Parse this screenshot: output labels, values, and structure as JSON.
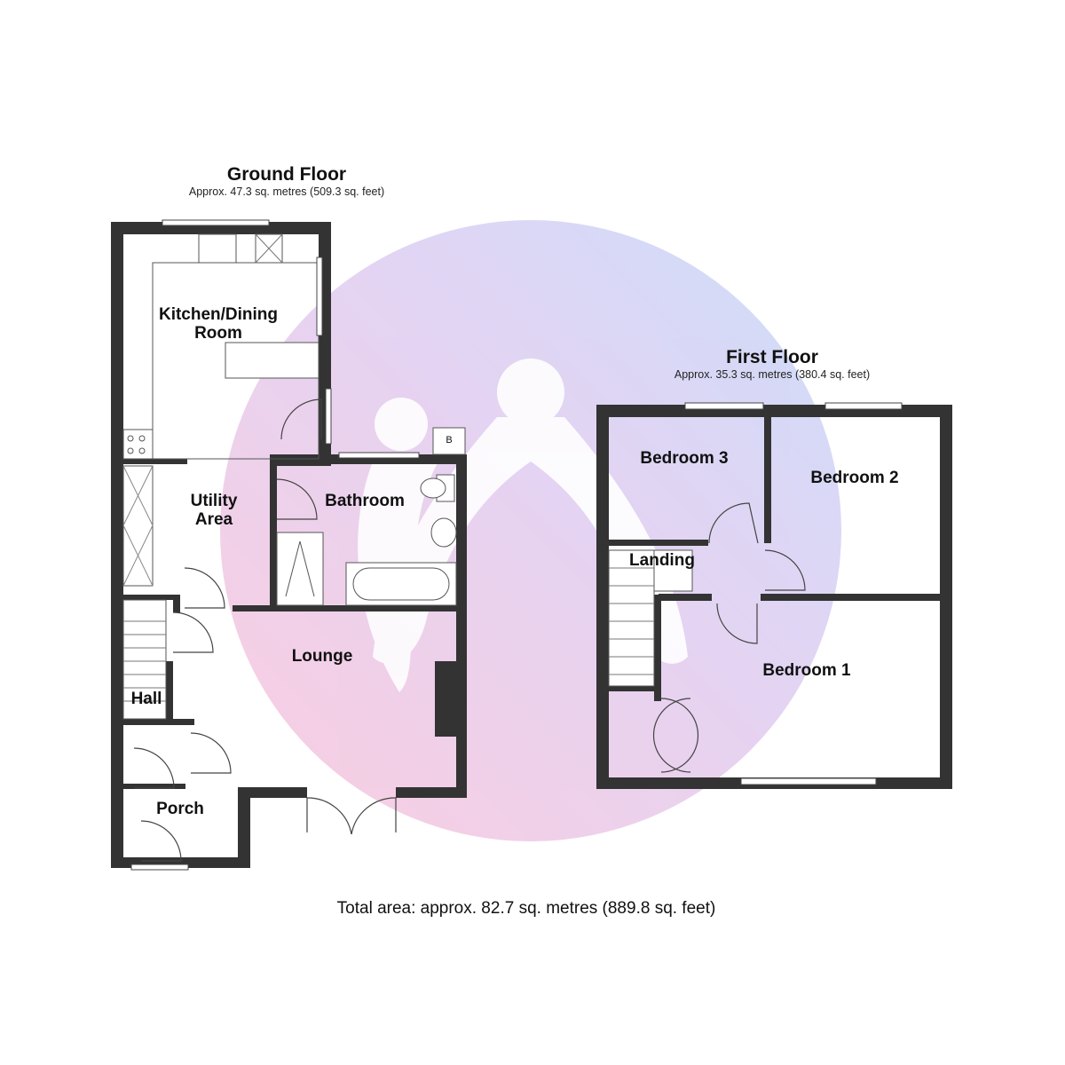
{
  "ground_floor": {
    "title": "Ground Floor",
    "area": "Approx. 47.3 sq. metres (509.3 sq. feet)",
    "rooms": {
      "kitchen_line1": "Kitchen/Dining",
      "kitchen_line2": "Room",
      "utility_line1": "Utility",
      "utility_line2": "Area",
      "bathroom": "Bathroom",
      "lounge": "Lounge",
      "hall": "Hall",
      "porch": "Porch"
    },
    "boiler_label": "B"
  },
  "first_floor": {
    "title": "First Floor",
    "area": "Approx. 35.3 sq. metres (380.4 sq. feet)",
    "rooms": {
      "bedroom3": "Bedroom 3",
      "bedroom2": "Bedroom 2",
      "landing": "Landing",
      "bedroom1": "Bedroom 1"
    }
  },
  "total_area": "Total area: approx. 82.7 sq. metres (889.8 sq. feet)",
  "colors": {
    "wall": "#333333",
    "watermark_pink": "#f7b8d2",
    "watermark_blue": "#b9cdf6"
  },
  "icons": {
    "watermark": "agency-logo-watermark"
  }
}
